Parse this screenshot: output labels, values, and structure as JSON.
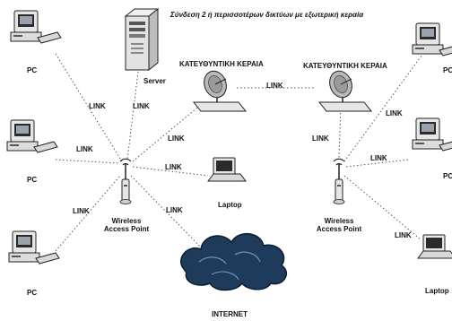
{
  "title": "Σύνδεση 2 ή περισσοτέρων δικτύων με εξωτερική κεραία",
  "link": "LINK",
  "pc": "PC",
  "server": "Server",
  "laptop": "Laptop",
  "ap_line1": "Wireless",
  "ap_line2": "Access Point",
  "antenna": "ΚΑΤΕΥΘΥΝΤΙΚΗ ΚΕΡΑΙΑ",
  "internet": "INTERNET",
  "colors": {
    "line": "#555555",
    "cloud": "#1f3b5c",
    "device": "#e8e8e8",
    "screen": "#2a2a2a"
  }
}
